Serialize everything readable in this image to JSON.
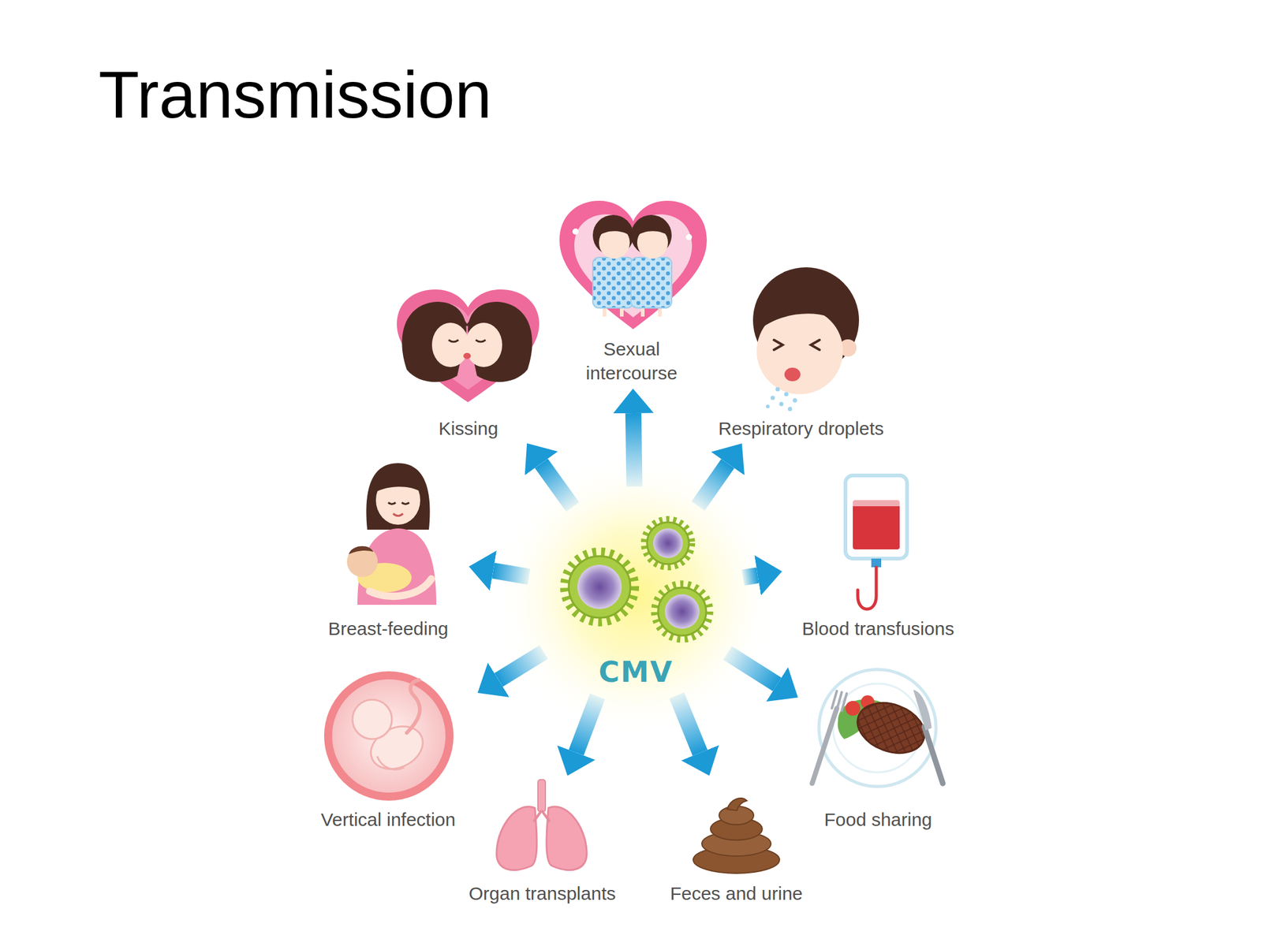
{
  "diagram": {
    "title": "Transmission",
    "nodes": [
      {
        "text": [
          "Sexual intercourse"
        ]
      },
      {
        "text": [
          "Kissing"
        ]
      },
      {
        "text": [
          "Respiratory droplets"
        ]
      },
      {
        "text": [
          "Breast-feeding"
        ]
      },
      {
        "text": [
          "CMV"
        ]
      },
      {
        "text": [
          "Blood transfusions"
        ]
      },
      {
        "text": [
          "Vertical infection"
        ]
      },
      {
        "text": [
          "Food sharing"
        ]
      },
      {
        "text": [
          "Organ transplants"
        ]
      },
      {
        "text": [
          "Feces and urine"
        ]
      }
    ],
    "edges": [
      {
        "from": 4,
        "to": 0,
        "arrow": "to"
      },
      {
        "from": 4,
        "to": 1,
        "arrow": "to"
      },
      {
        "from": 4,
        "to": 2,
        "arrow": "to"
      },
      {
        "from": 4,
        "to": 3,
        "arrow": "to"
      },
      {
        "from": 4,
        "to": 5,
        "arrow": "to"
      },
      {
        "from": 4,
        "to": 6,
        "arrow": "to"
      },
      {
        "from": 4,
        "to": 7,
        "arrow": "to"
      },
      {
        "from": 4,
        "to": 8,
        "arrow": "to"
      },
      {
        "from": 4,
        "to": 9,
        "arrow": "to"
      }
    ]
  }
}
